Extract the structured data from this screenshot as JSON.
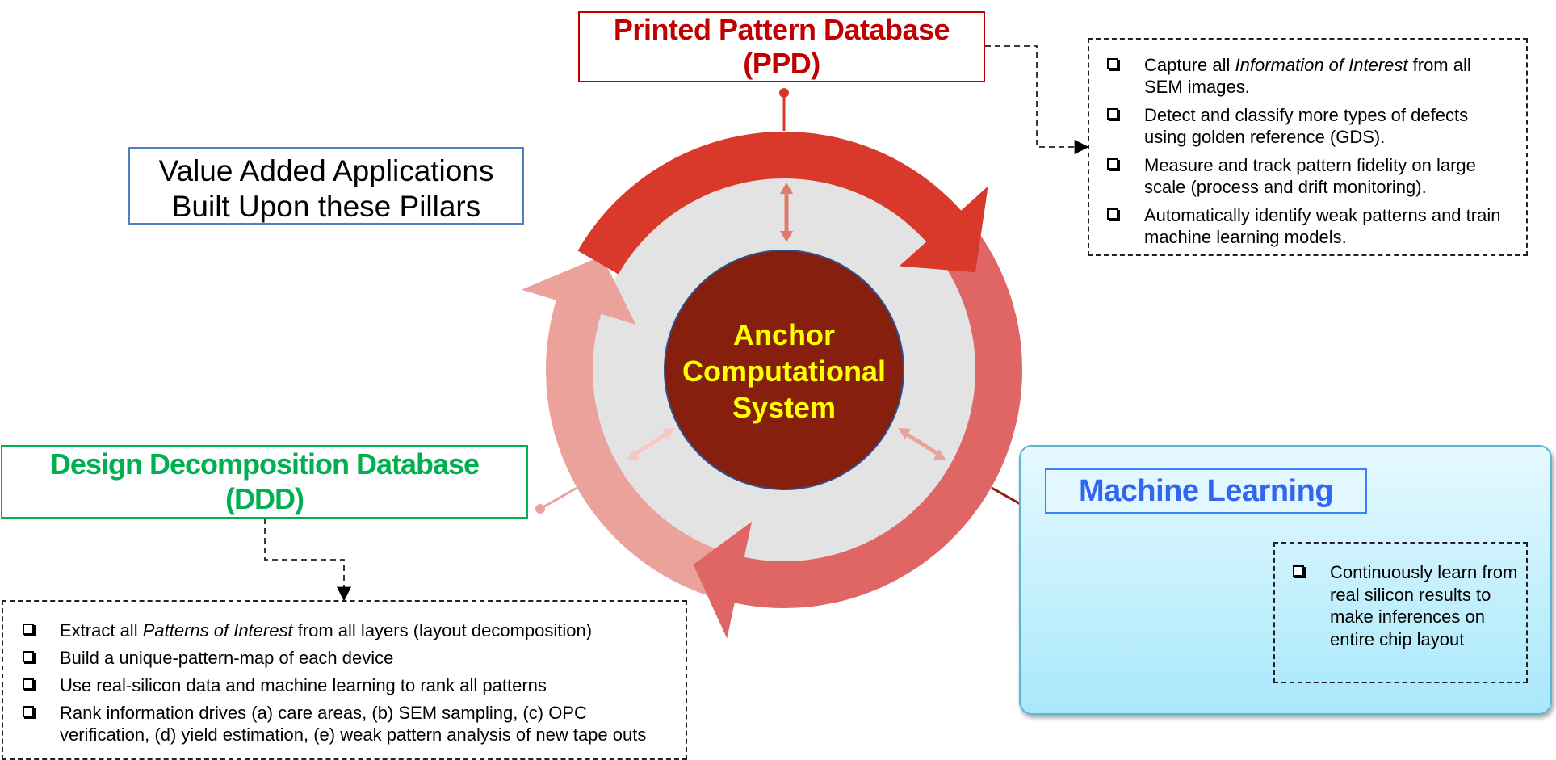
{
  "ppd": {
    "title_line1": "Printed Pattern Database",
    "title_line2": "(PPD)",
    "color": "#c00000",
    "bullets": [
      {
        "pre": "Capture all ",
        "em": "Information of Interest",
        "post": " from all SEM images."
      },
      {
        "pre": "Detect and classify more types of defects using golden reference (GDS).",
        "em": "",
        "post": ""
      },
      {
        "pre": "Measure and track pattern fidelity on large scale (process and drift monitoring).",
        "em": "",
        "post": ""
      },
      {
        "pre": "Automatically identify weak patterns and train machine learning models.",
        "em": "",
        "post": ""
      }
    ]
  },
  "value_added": {
    "line1": "Value Added Applications",
    "line2": "Built Upon these Pillars"
  },
  "center": {
    "line1": "Anchor",
    "line2": "Computational",
    "line3": "System",
    "fill": "#861f0e",
    "text_color": "#ffff00"
  },
  "ring": {
    "segment_colors": [
      "#d9392b",
      "#e06666",
      "#eba29b"
    ],
    "inner_disc": "#e3e3e3"
  },
  "ddd": {
    "title_line1": "Design Decomposition Database",
    "title_line2": "(DDD)",
    "color": "#00b050",
    "bullets": [
      {
        "pre": "Extract all ",
        "em": "Patterns of Interest",
        "post": " from all layers (layout decomposition)"
      },
      {
        "pre": "Build a unique-pattern-map of each device",
        "em": "",
        "post": ""
      },
      {
        "pre": "Use real-silicon data and machine learning to rank all patterns",
        "em": "",
        "post": ""
      },
      {
        "pre": "Rank information drives (a) care areas, (b) SEM sampling, (c) OPC verification, (d) yield estimation, (e) weak pattern analysis of new tape outs",
        "em": "",
        "post": ""
      }
    ]
  },
  "ml": {
    "title": "Machine Learning",
    "color": "#3366ee",
    "bullets": [
      {
        "pre": "Continuously learn from real silicon results to make inferences on entire chip layout",
        "em": "",
        "post": ""
      }
    ]
  },
  "icons": {
    "bullet": "checkbox-square-icon"
  }
}
